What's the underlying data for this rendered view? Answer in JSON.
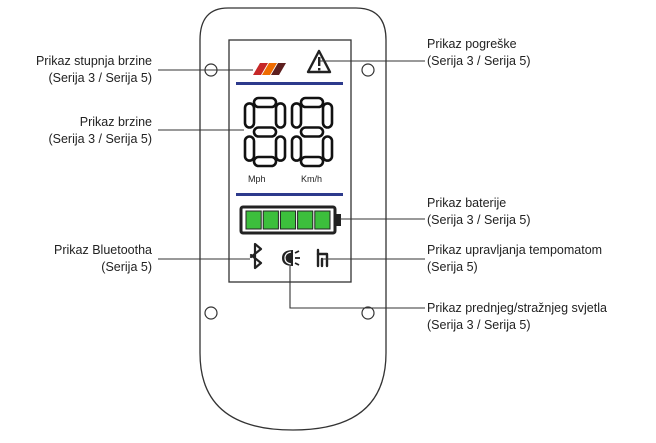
{
  "callouts": {
    "speed_level": {
      "title": "Prikaz stupnja brzine",
      "series": "(Serija 3 / Serija 5)"
    },
    "speed": {
      "title": "Prikaz brzine",
      "series": "(Serija 3 / Serija 5)"
    },
    "bluetooth": {
      "title": "Prikaz Bluetootha",
      "series": "(Serija 5)"
    },
    "error": {
      "title": "Prikaz pogreške",
      "series": "(Serija 3 / Serija 5)"
    },
    "battery": {
      "title": "Prikaz baterije",
      "series": "(Serija 3 / Serija 5)"
    },
    "cruise": {
      "title": "Prikaz upravljanja tempomatom",
      "series": "(Serija 5)"
    },
    "light": {
      "title": "Prikaz prednjeg/stražnjeg svjetla",
      "series": "(Serija 3 / Serija 5)"
    }
  },
  "display": {
    "speed_digits": "88",
    "unit_mph": "Mph",
    "unit_kmh": "Km/h",
    "battery_segments": 5
  },
  "colors": {
    "battery_fill": "#3cbf3c",
    "divider": "#2d3a8c",
    "level_red": "#c62828",
    "level_orange": "#ef6c00",
    "level_dark": "#5d1f1f"
  }
}
